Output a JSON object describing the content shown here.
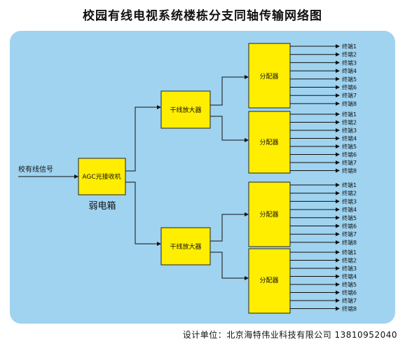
{
  "title": "校园有线电视系统楼栋分支同轴传输网络图",
  "input_label": "校有线信号",
  "agc_label": "AGC光接收机",
  "cabinet_label": "弱电箱",
  "amp_label": "干线放大器",
  "splitter_label": "分配器",
  "terminal_labels": [
    "终端1",
    "终端2",
    "终端3",
    "终端4",
    "终端5",
    "终端6",
    "终端7",
    "终端8"
  ],
  "footer": "设计单位：北京海特伟业科技有限公司 13810952040",
  "colors": {
    "panel": "#9fd3f0",
    "box": "#ffee00"
  }
}
